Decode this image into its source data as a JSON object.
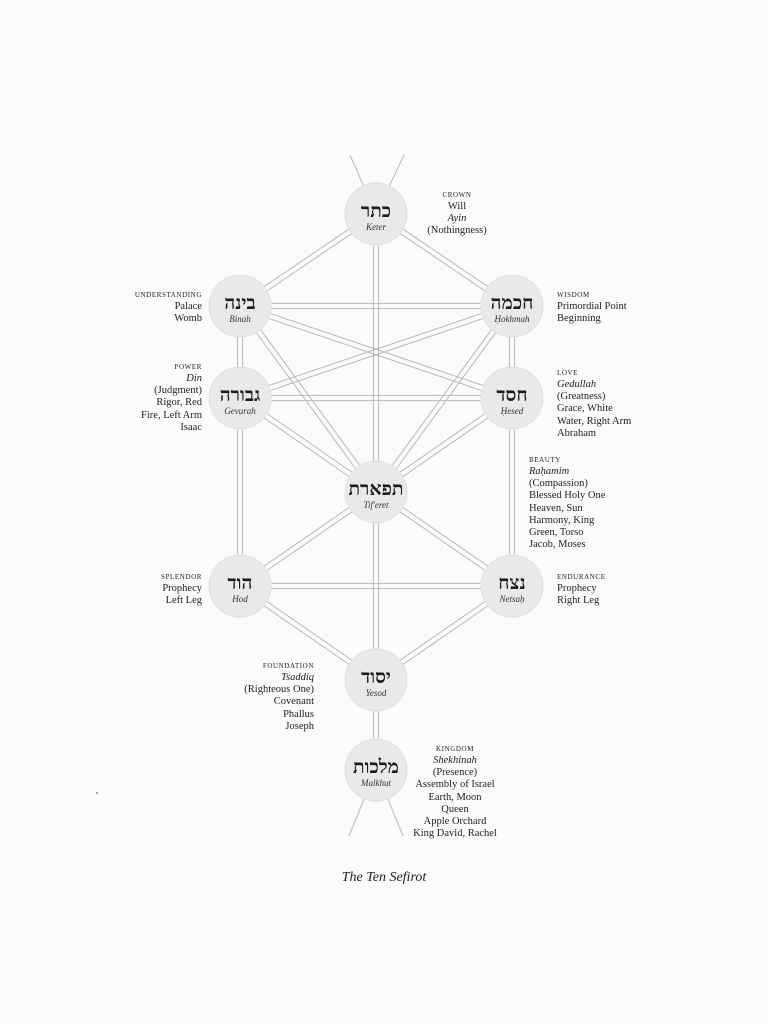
{
  "sefirot": [
    {
      "id": "keter",
      "hebrew": "כתר",
      "translit": "Keter",
      "label": {
        "lines": [
          {
            "t": "CROWN",
            "k": "head"
          },
          {
            "t": "Will"
          },
          {
            "t": "Ayin",
            "k": "it"
          },
          {
            "t": "(Nothingness)"
          }
        ]
      }
    },
    {
      "id": "binah",
      "hebrew": "בינה",
      "translit": "Binah",
      "label": {
        "lines": [
          {
            "t": "UNDERSTANDING",
            "k": "head"
          },
          {
            "t": "Palace"
          },
          {
            "t": "Womb"
          }
        ]
      }
    },
    {
      "id": "hokhmah",
      "hebrew": "חכמה",
      "translit": "Ḥokhmah",
      "label": {
        "lines": [
          {
            "t": "WISDOM",
            "k": "head"
          },
          {
            "t": "Primordial Point"
          },
          {
            "t": "Beginning"
          }
        ]
      }
    },
    {
      "id": "gevurah",
      "hebrew": "גבורה",
      "translit": "Gevurah",
      "label": {
        "lines": [
          {
            "t": "POWER",
            "k": "head"
          },
          {
            "t": "Din",
            "k": "it"
          },
          {
            "t": "(Judgment)"
          },
          {
            "t": "Rigor, Red"
          },
          {
            "t": "Fire, Left Arm"
          },
          {
            "t": "Isaac"
          }
        ]
      }
    },
    {
      "id": "hesed",
      "hebrew": "חסד",
      "translit": "Ḥesed",
      "label": {
        "lines": [
          {
            "t": "LOVE",
            "k": "head"
          },
          {
            "t": "Gedullah",
            "k": "it"
          },
          {
            "t": "(Greatness)"
          },
          {
            "t": "Grace, White"
          },
          {
            "t": "Water, Right Arm"
          },
          {
            "t": "Abraham"
          }
        ]
      }
    },
    {
      "id": "tiferet",
      "hebrew": "תפארת",
      "translit": "Tif'eret",
      "label": {
        "lines": [
          {
            "t": "BEAUTY",
            "k": "head"
          },
          {
            "t": "Raḥamim",
            "k": "it"
          },
          {
            "t": "(Compassion)"
          },
          {
            "t": "Blessed Holy One"
          },
          {
            "t": "Heaven, Sun"
          },
          {
            "t": "Harmony, King"
          },
          {
            "t": "Green, Torso"
          },
          {
            "t": "Jacob, Moses"
          }
        ]
      }
    },
    {
      "id": "hod",
      "hebrew": "הוד",
      "translit": "Hod",
      "label": {
        "lines": [
          {
            "t": "SPLENDOR",
            "k": "head"
          },
          {
            "t": "Prophecy"
          },
          {
            "t": "Left Leg"
          }
        ]
      }
    },
    {
      "id": "netsah",
      "hebrew": "נצח",
      "translit": "Netsaḥ",
      "label": {
        "lines": [
          {
            "t": "ENDURANCE",
            "k": "head"
          },
          {
            "t": "Prophecy"
          },
          {
            "t": "Right Leg"
          }
        ]
      }
    },
    {
      "id": "yesod",
      "hebrew": "יסוד",
      "translit": "Yesod",
      "label": {
        "lines": [
          {
            "t": "FOUNDATION",
            "k": "head"
          },
          {
            "t": "Tsaddiq",
            "k": "it"
          },
          {
            "t": "(Righteous One)"
          },
          {
            "t": "Covenant"
          },
          {
            "t": "Phallus"
          },
          {
            "t": "Joseph"
          }
        ]
      }
    },
    {
      "id": "malkhut",
      "hebrew": "מלכות",
      "translit": "Malkhut",
      "label": {
        "lines": [
          {
            "t": "KINGDOM",
            "k": "head"
          },
          {
            "t": "Shekhinah",
            "k": "it"
          },
          {
            "t": "(Presence)"
          },
          {
            "t": "Assembly of Israel"
          },
          {
            "t": "Earth, Moon"
          },
          {
            "t": "Queen"
          },
          {
            "t": "Apple Orchard"
          },
          {
            "t": "King David, Rachel"
          }
        ]
      }
    }
  ],
  "paths": [
    [
      "keter",
      "binah"
    ],
    [
      "keter",
      "hokhmah"
    ],
    [
      "keter",
      "tiferet"
    ],
    [
      "binah",
      "hokhmah"
    ],
    [
      "binah",
      "gevurah"
    ],
    [
      "binah",
      "tiferet"
    ],
    [
      "binah",
      "hesed"
    ],
    [
      "hokhmah",
      "hesed"
    ],
    [
      "hokhmah",
      "tiferet"
    ],
    [
      "hokhmah",
      "gevurah"
    ],
    [
      "gevurah",
      "hesed"
    ],
    [
      "gevurah",
      "tiferet"
    ],
    [
      "gevurah",
      "hod"
    ],
    [
      "hesed",
      "tiferet"
    ],
    [
      "hesed",
      "netsah"
    ],
    [
      "tiferet",
      "hod"
    ],
    [
      "tiferet",
      "netsah"
    ],
    [
      "tiferet",
      "yesod"
    ],
    [
      "hod",
      "netsah"
    ],
    [
      "hod",
      "yesod"
    ],
    [
      "netsah",
      "yesod"
    ],
    [
      "yesod",
      "malkhut"
    ]
  ],
  "caption": "The Ten Sefirot",
  "colors": {
    "node": "#e9e9e9",
    "line": "#b9b9b9",
    "ink": "#222222"
  }
}
